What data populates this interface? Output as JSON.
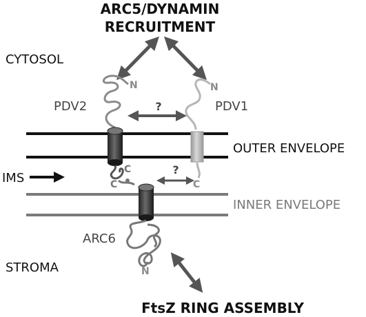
{
  "title": {
    "line1": "ARC5/DYNAMIN",
    "line2": "RECRUITMENT"
  },
  "compartments": {
    "cytosol": "CYTOSOL",
    "ims": "IMS",
    "stroma": "STROMA"
  },
  "membranes": {
    "outer": "OUTER ENVELOPE",
    "inner": "INNER ENVELOPE"
  },
  "proteins": {
    "pdv2": "PDV2",
    "pdv1": "PDV1",
    "arc6": "ARC6"
  },
  "termini": {
    "pdv2_n": "N",
    "pdv1_n": "N",
    "pdv2_c": "C",
    "arc6_c": "C",
    "pdv1_c": "C",
    "arc6_n": "N"
  },
  "interactions": {
    "top": "?",
    "ims": "?"
  },
  "bottom_label": "FtsZ RING ASSEMBLY",
  "colors": {
    "black": "#111111",
    "dark_gray": "#555555",
    "mid_gray": "#8a8a8a",
    "light_gray": "#b5b5b5",
    "inner_membrane": "#7a7a7a"
  }
}
